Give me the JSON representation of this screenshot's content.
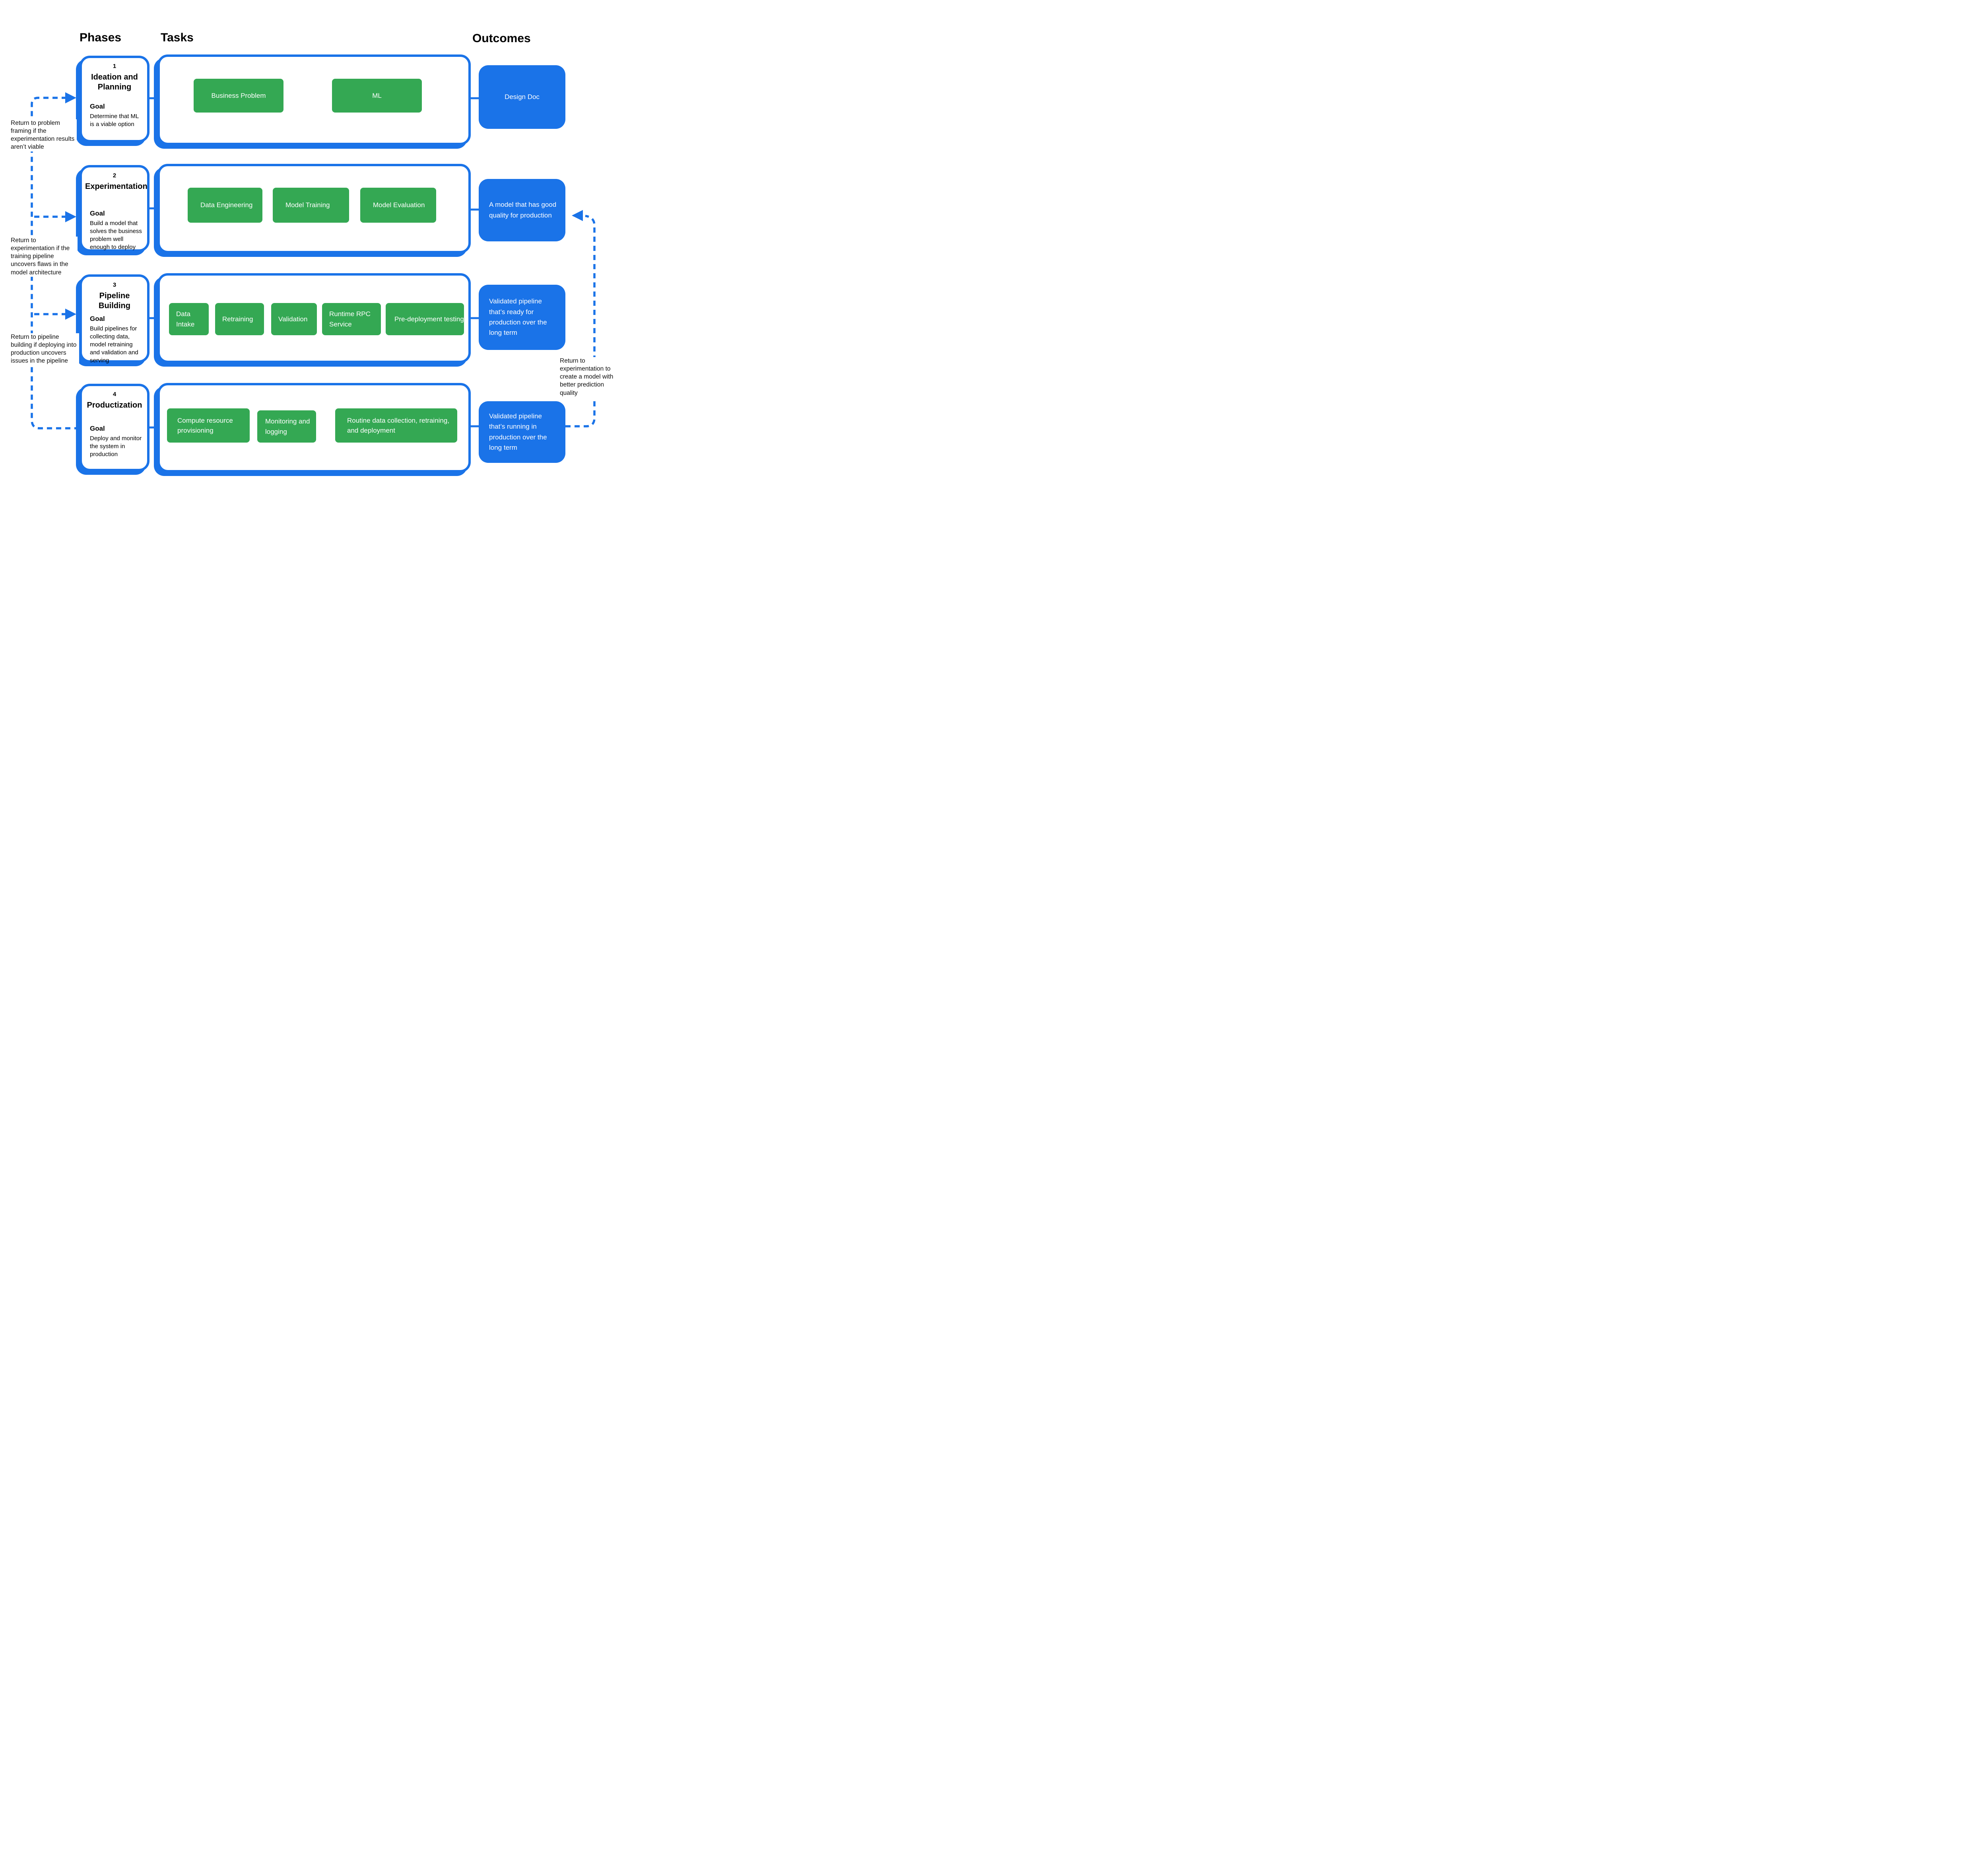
{
  "headers": {
    "phases": "Phases",
    "tasks": "Tasks",
    "outcomes": "Outcomes"
  },
  "colors": {
    "blue": "#1a73e8",
    "green": "#34a853",
    "text": "#000000"
  },
  "phases": [
    {
      "number": "1",
      "title": "Ideation and Planning",
      "goal_label": "Goal",
      "goal": "Determine that ML is a viable option",
      "tasks": [
        "Business Problem",
        "ML"
      ],
      "outcome": "Design Doc"
    },
    {
      "number": "2",
      "title": "Experimentation",
      "goal_label": "Goal",
      "goal": "Build a model that solves the business problem well enough to deploy",
      "tasks": [
        "Data Engineering",
        "Model Training",
        "Model Evaluation"
      ],
      "outcome": "A model that has good quality for production"
    },
    {
      "number": "3",
      "title": "Pipeline Building",
      "goal_label": "Goal",
      "goal": "Build pipelines for collecting data, model retraining and validation and serving",
      "tasks": [
        "Data Intake",
        "Retraining",
        "Validation",
        "Runtime RPC Service",
        "Pre-deployment testing"
      ],
      "outcome": "Validated pipeline that’s ready for production over the long term"
    },
    {
      "number": "4",
      "title": "Productization",
      "goal_label": "Goal",
      "goal": "Deploy and monitor the system in production",
      "tasks": [
        "Compute resource provisioning",
        "Monitoring and logging",
        "Routine data collection, retraining, and deployment"
      ],
      "outcome": "Validated pipeline that’s running in production over the long term"
    }
  ],
  "annotations": {
    "left": [
      "Return to problem framing if the experimentation results aren’t viable",
      "Return to experimentation if the training pipeline uncovers flaws in the model architecture",
      "Return to pipeline building if deploying into production uncovers issues in the pipeline"
    ],
    "right": "Return to experimentation to create a model with better prediction quality"
  }
}
